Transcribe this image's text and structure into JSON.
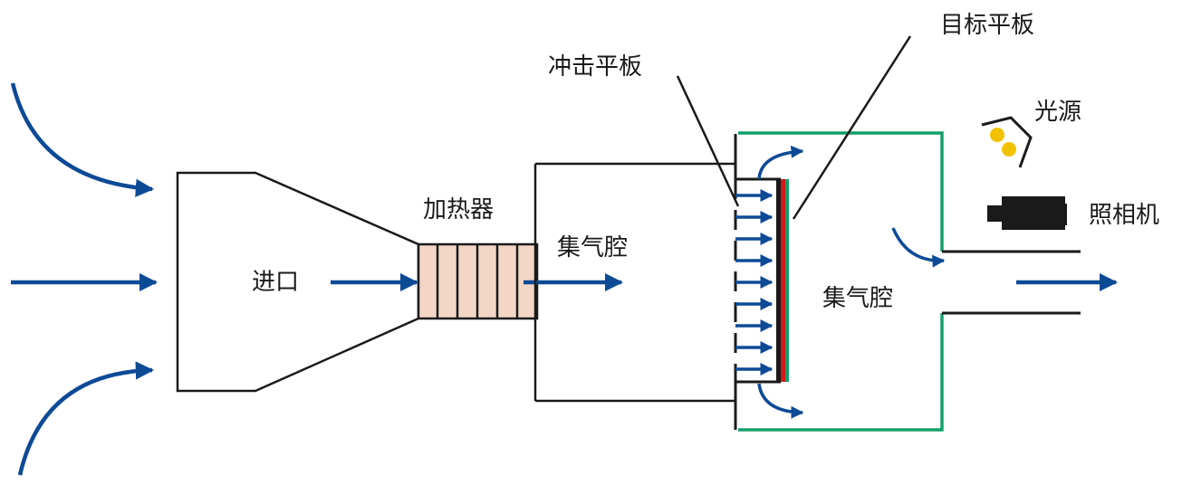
{
  "labels": {
    "inlet": "进口",
    "heater": "加热器",
    "plenum_left": "集气腔",
    "plenum_right": "集气腔",
    "impingement_plate": "冲击平板",
    "target_plate": "目标平板",
    "light_source": "光源",
    "camera": "照相机"
  },
  "colors": {
    "flow_arrow": "#0d4a96",
    "outline": "#1a1a1a",
    "chamber_wall": "#13a06a",
    "heater_fill": "#f4d6c6",
    "target_red": "#d01c1c",
    "light_yellow": "#f2c200",
    "camera_body": "#1a1a1a"
  },
  "icons": {
    "light_source": "light-bulb-icon",
    "camera": "camera-icon"
  }
}
